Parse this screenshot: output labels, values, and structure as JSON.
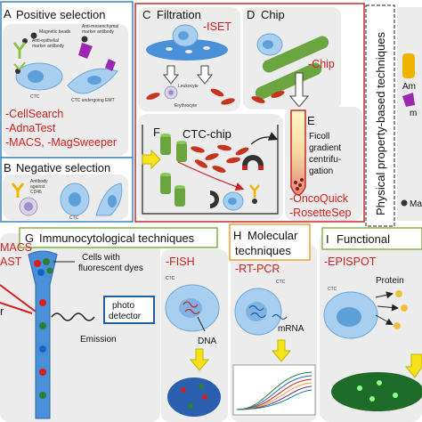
{
  "panel_a": {
    "letter": "A",
    "title": "Positive selection",
    "magnetic_beads": "Magnetic beads",
    "anti_epithelial_1": "Anti-epithelial",
    "anti_epithelial_2": "marker antibody",
    "anti_mesenchymal_1": "Anti-mesenchymal",
    "anti_mesenchymal_2": "marker antibody",
    "ctc": "CTC",
    "ctc_emt": "CTC undergoing EMT",
    "methods": [
      "-CellSearch",
      "-AdnaTest",
      "-MACS, -MagSweeper"
    ]
  },
  "panel_b": {
    "letter": "B",
    "title": "Negative selection",
    "antibody_1": "Antibody",
    "antibody_2": "against",
    "antibody_3": "CD45",
    "ctc": "CTC"
  },
  "panel_c": {
    "letter": "C",
    "title": "Filtration",
    "method": "-ISET",
    "leukocyte": "Leukocyte",
    "erythrocyte": "Erythrocyte"
  },
  "panel_d": {
    "letter": "D",
    "title": "Chip",
    "method": "-Chip"
  },
  "panel_e": {
    "letter": "E",
    "lines": [
      "Ficoll",
      "gradient",
      "centrifu-",
      "gation"
    ],
    "methods": [
      "-OncoQuick",
      "-RosetteSep"
    ]
  },
  "panel_f": {
    "letter": "F",
    "title": "CTC-chip"
  },
  "vertical_label": "Physical property-based techniques",
  "edge_right": {
    "am": "Am",
    "m": "m",
    "ma": "Ma"
  },
  "panel_g": {
    "letter": "G",
    "title": "Immunocytological techniques",
    "left_macs": "MACS",
    "left_ast": "AST",
    "left_r": "r",
    "cells_1": "Cells with",
    "cells_2": "fluorescent dyes",
    "photo_1": "photo",
    "photo_2": "detector",
    "emission": "Emission",
    "fish": "-FISH",
    "ctc": "CTC",
    "dna": "DNA"
  },
  "panel_h": {
    "letter": "H",
    "title_1": "Molecular",
    "title_2": "techniques",
    "method": "-RT-PCR",
    "ctc": "CTC",
    "mrna": "mRNA"
  },
  "panel_i": {
    "letter": "I",
    "title": "Functional",
    "method": "-EPISPOT",
    "ctc": "CTC",
    "protein": "Protein"
  },
  "colors": {
    "red_text": "#d21f1f",
    "blue_frame": "#3b82c4",
    "red_frame": "#c62828",
    "green_frame": "#7cb342",
    "orange_frame": "#f0a030",
    "panel_fill": "#ececec",
    "cell": "#a8cff0",
    "nucleus": "#5d9fd8",
    "pillar": "#6aa53f",
    "erythrocyte": "#c8331f",
    "arrow_yellow": "#f5e21a"
  }
}
